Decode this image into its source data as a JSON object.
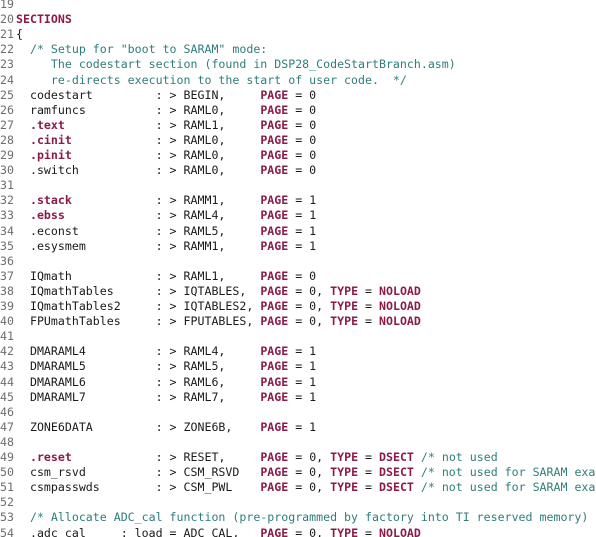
{
  "colors": {
    "background": "#ffffff",
    "line_number": "#6d6d6d",
    "text": "#1a1a1a",
    "keyword": "#8b1a4a",
    "comment": "#2f7d7a"
  },
  "lines": [
    {
      "n": "19",
      "segs": []
    },
    {
      "n": "20",
      "segs": [
        [
          "kw",
          "SECTIONS"
        ]
      ]
    },
    {
      "n": "21",
      "segs": [
        [
          "t",
          "{"
        ]
      ]
    },
    {
      "n": "22",
      "segs": [
        [
          "cm",
          "  /* Setup for \"boot to SARAM\" mode:"
        ]
      ]
    },
    {
      "n": "23",
      "segs": [
        [
          "cm",
          "     The codestart section (found in DSP28_CodeStartBranch.asm)"
        ]
      ]
    },
    {
      "n": "24",
      "segs": [
        [
          "cm",
          "     re-directs execution to the start of user code.  */"
        ]
      ]
    },
    {
      "n": "25",
      "segs": [
        [
          "t",
          "  codestart         : > BEGIN,     "
        ],
        [
          "kw",
          "PAGE"
        ],
        [
          "t",
          " = 0"
        ]
      ]
    },
    {
      "n": "26",
      "segs": [
        [
          "t",
          "  ramfuncs          : > RAML0,     "
        ],
        [
          "kw",
          "PAGE"
        ],
        [
          "t",
          " = 0"
        ]
      ]
    },
    {
      "n": "27",
      "segs": [
        [
          "t",
          "  "
        ],
        [
          "kw",
          ".text"
        ],
        [
          "t",
          "             : > RAML1,     "
        ],
        [
          "kw",
          "PAGE"
        ],
        [
          "t",
          " = 0"
        ]
      ]
    },
    {
      "n": "28",
      "segs": [
        [
          "t",
          "  "
        ],
        [
          "kw",
          ".cinit"
        ],
        [
          "t",
          "            : > RAML0,     "
        ],
        [
          "kw",
          "PAGE"
        ],
        [
          "t",
          " = 0"
        ]
      ]
    },
    {
      "n": "29",
      "segs": [
        [
          "t",
          "  "
        ],
        [
          "kw",
          ".pinit"
        ],
        [
          "t",
          "            : > RAML0,     "
        ],
        [
          "kw",
          "PAGE"
        ],
        [
          "t",
          " = 0"
        ]
      ]
    },
    {
      "n": "30",
      "segs": [
        [
          "t",
          "  .switch           : > RAML0,     "
        ],
        [
          "kw",
          "PAGE"
        ],
        [
          "t",
          " = 0"
        ]
      ]
    },
    {
      "n": "31",
      "segs": []
    },
    {
      "n": "32",
      "segs": [
        [
          "t",
          "  "
        ],
        [
          "kw",
          ".stack"
        ],
        [
          "t",
          "            : > RAMM1,     "
        ],
        [
          "kw",
          "PAGE"
        ],
        [
          "t",
          " = 1"
        ]
      ]
    },
    {
      "n": "33",
      "segs": [
        [
          "t",
          "  "
        ],
        [
          "kw",
          ".ebss"
        ],
        [
          "t",
          "             : > RAML4,     "
        ],
        [
          "kw",
          "PAGE"
        ],
        [
          "t",
          " = 1"
        ]
      ]
    },
    {
      "n": "34",
      "segs": [
        [
          "t",
          "  .econst           : > RAML5,     "
        ],
        [
          "kw",
          "PAGE"
        ],
        [
          "t",
          " = 1"
        ]
      ]
    },
    {
      "n": "35",
      "segs": [
        [
          "t",
          "  .esysmem          : > RAMM1,     "
        ],
        [
          "kw",
          "PAGE"
        ],
        [
          "t",
          " = 1"
        ]
      ]
    },
    {
      "n": "36",
      "segs": []
    },
    {
      "n": "37",
      "segs": [
        [
          "t",
          "  IQmath            : > RAML1,     "
        ],
        [
          "kw",
          "PAGE"
        ],
        [
          "t",
          " = 0"
        ]
      ]
    },
    {
      "n": "38",
      "segs": [
        [
          "t",
          "  IQmathTables      : > IQTABLES,  "
        ],
        [
          "kw",
          "PAGE"
        ],
        [
          "t",
          " = 0, "
        ],
        [
          "kw",
          "TYPE"
        ],
        [
          "t",
          " = "
        ],
        [
          "kw",
          "NOLOAD"
        ]
      ]
    },
    {
      "n": "39",
      "segs": [
        [
          "t",
          "  IQmathTables2     : > IQTABLES2, "
        ],
        [
          "kw",
          "PAGE"
        ],
        [
          "t",
          " = 0, "
        ],
        [
          "kw",
          "TYPE"
        ],
        [
          "t",
          " = "
        ],
        [
          "kw",
          "NOLOAD"
        ]
      ]
    },
    {
      "n": "40",
      "segs": [
        [
          "t",
          "  FPUmathTables     : > FPUTABLES, "
        ],
        [
          "kw",
          "PAGE"
        ],
        [
          "t",
          " = 0, "
        ],
        [
          "kw",
          "TYPE"
        ],
        [
          "t",
          " = "
        ],
        [
          "kw",
          "NOLOAD"
        ]
      ]
    },
    {
      "n": "41",
      "segs": []
    },
    {
      "n": "42",
      "segs": [
        [
          "t",
          "  DMARAML4          : > RAML4,     "
        ],
        [
          "kw",
          "PAGE"
        ],
        [
          "t",
          " = 1"
        ]
      ]
    },
    {
      "n": "43",
      "segs": [
        [
          "t",
          "  DMARAML5          : > RAML5,     "
        ],
        [
          "kw",
          "PAGE"
        ],
        [
          "t",
          " = 1"
        ]
      ]
    },
    {
      "n": "44",
      "segs": [
        [
          "t",
          "  DMARAML6          : > RAML6,     "
        ],
        [
          "kw",
          "PAGE"
        ],
        [
          "t",
          " = 1"
        ]
      ]
    },
    {
      "n": "45",
      "segs": [
        [
          "t",
          "  DMARAML7          : > RAML7,     "
        ],
        [
          "kw",
          "PAGE"
        ],
        [
          "t",
          " = 1"
        ]
      ]
    },
    {
      "n": "46",
      "segs": []
    },
    {
      "n": "47",
      "segs": [
        [
          "t",
          "  ZONE6DATA         : > ZONE6B,    "
        ],
        [
          "kw",
          "PAGE"
        ],
        [
          "t",
          " = 1"
        ]
      ]
    },
    {
      "n": "48",
      "segs": []
    },
    {
      "n": "49",
      "segs": [
        [
          "t",
          "  "
        ],
        [
          "kw",
          ".reset"
        ],
        [
          "t",
          "            : > RESET,     "
        ],
        [
          "kw",
          "PAGE"
        ],
        [
          "t",
          " = 0, "
        ],
        [
          "kw",
          "TYPE"
        ],
        [
          "t",
          " = "
        ],
        [
          "kw",
          "DSECT"
        ],
        [
          "t",
          " "
        ],
        [
          "cm",
          "/* not used"
        ]
      ]
    },
    {
      "n": "50",
      "segs": [
        [
          "t",
          "  csm_rsvd          : > CSM_RSVD   "
        ],
        [
          "kw",
          "PAGE"
        ],
        [
          "t",
          " = 0, "
        ],
        [
          "kw",
          "TYPE"
        ],
        [
          "t",
          " = "
        ],
        [
          "kw",
          "DSECT"
        ],
        [
          "t",
          " "
        ],
        [
          "cm",
          "/* not used for SARAM exa"
        ]
      ]
    },
    {
      "n": "51",
      "segs": [
        [
          "t",
          "  csmpasswds        : > CSM_PWL    "
        ],
        [
          "kw",
          "PAGE"
        ],
        [
          "t",
          " = 0, "
        ],
        [
          "kw",
          "TYPE"
        ],
        [
          "t",
          " = "
        ],
        [
          "kw",
          "DSECT"
        ],
        [
          "t",
          " "
        ],
        [
          "cm",
          "/* not used for SARAM exa"
        ]
      ]
    },
    {
      "n": "52",
      "segs": []
    },
    {
      "n": "53",
      "segs": [
        [
          "cm",
          "  /* Allocate ADC_cal function (pre-programmed by factory into TI reserved memory)"
        ]
      ]
    },
    {
      "n": "54",
      "segs": [
        [
          "t",
          "  .adc_cal     : load = ADC_CAL,   "
        ],
        [
          "kw",
          "PAGE"
        ],
        [
          "t",
          " = 0, "
        ],
        [
          "kw",
          "TYPE"
        ],
        [
          "t",
          " = "
        ],
        [
          "kw",
          "NOLOAD"
        ]
      ]
    }
  ]
}
